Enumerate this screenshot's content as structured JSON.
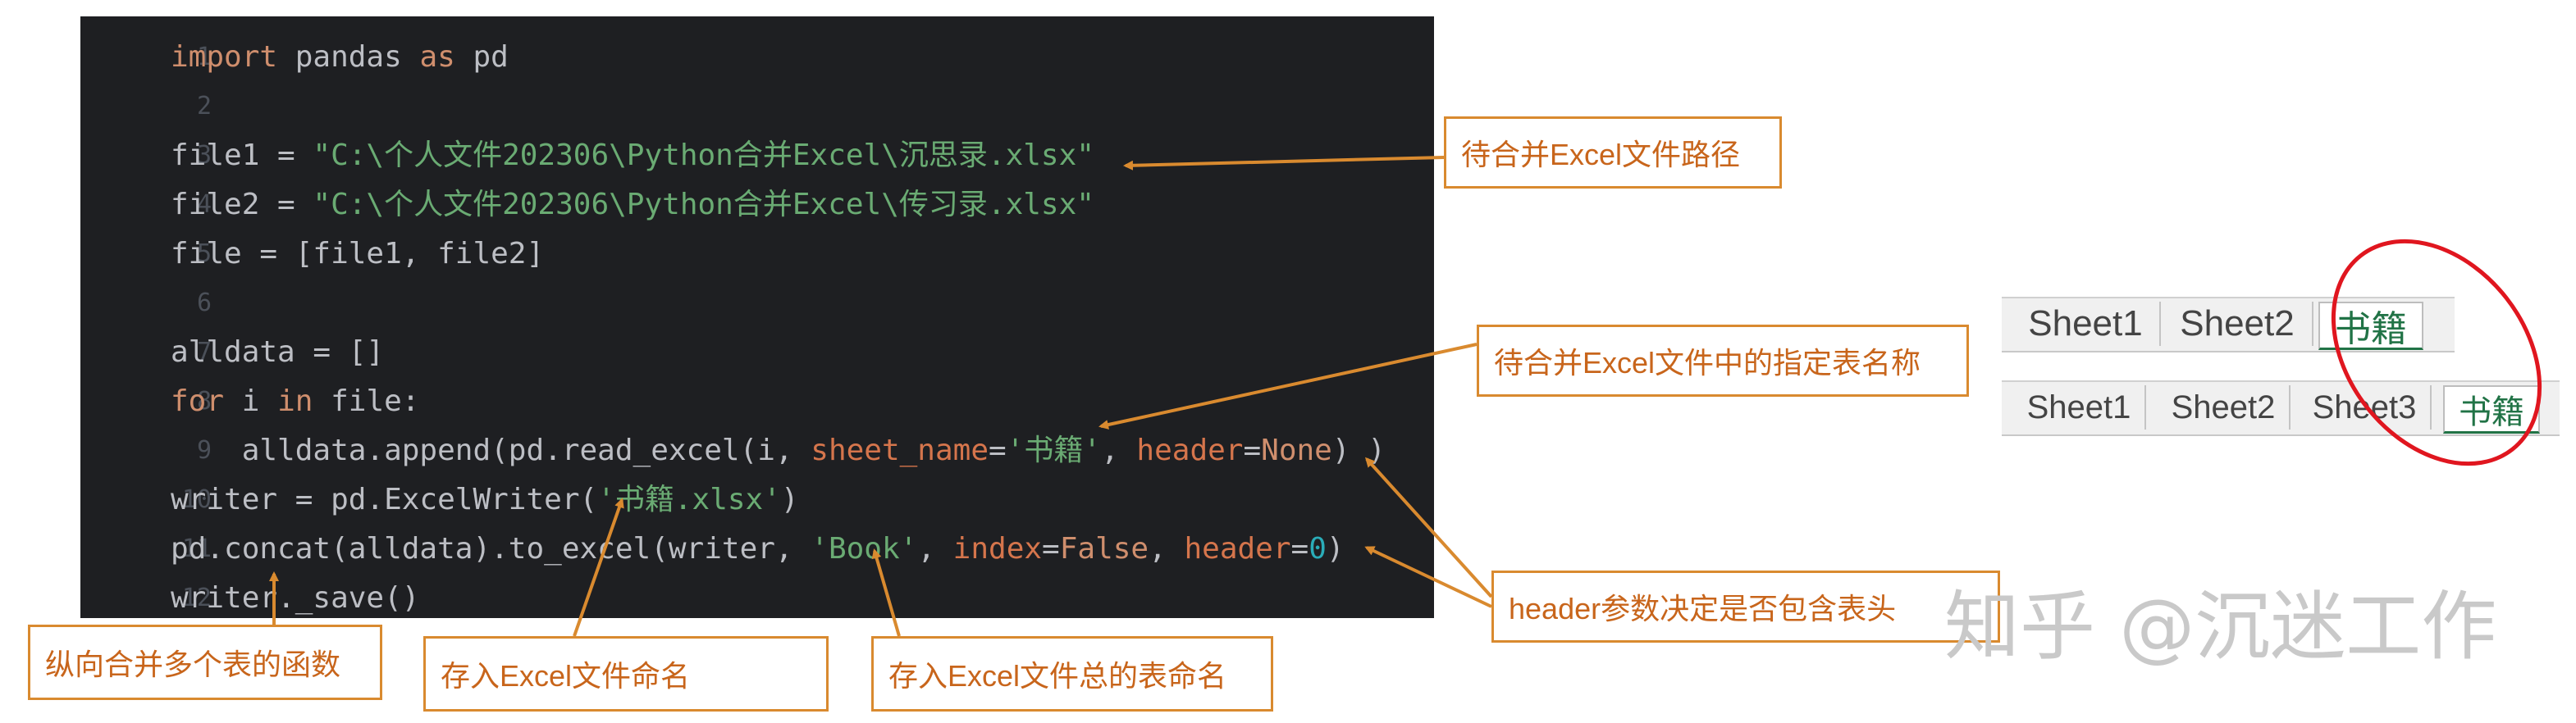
{
  "code_lines": [
    {
      "num": "1",
      "tokens": [
        {
          "t": "import",
          "c": "kw"
        },
        {
          "t": " pandas "
        },
        {
          "t": "as",
          "c": "kw"
        },
        {
          "t": " pd"
        }
      ]
    },
    {
      "num": "2",
      "tokens": []
    },
    {
      "num": "3",
      "tokens": [
        {
          "t": "file1 = "
        },
        {
          "t": "\"C:\\个人文件202306\\Python合并Excel\\沉思录.xlsx\"",
          "c": "str"
        }
      ]
    },
    {
      "num": "4",
      "tokens": [
        {
          "t": "file2 = "
        },
        {
          "t": "\"C:\\个人文件202306\\Python合并Excel\\传习录.xlsx\"",
          "c": "str"
        }
      ]
    },
    {
      "num": "5",
      "tokens": [
        {
          "t": "file = [file1, file2]"
        }
      ]
    },
    {
      "num": "6",
      "tokens": []
    },
    {
      "num": "7",
      "tokens": [
        {
          "t": "alldata = []"
        }
      ]
    },
    {
      "num": "8",
      "tokens": [
        {
          "t": "for",
          "c": "kw"
        },
        {
          "t": " i "
        },
        {
          "t": "in",
          "c": "kw"
        },
        {
          "t": " file:"
        }
      ]
    },
    {
      "num": "9",
      "tokens": [
        {
          "t": "    alldata.append(pd.read_excel(i, "
        },
        {
          "t": "sheet_name",
          "c": "param"
        },
        {
          "t": "="
        },
        {
          "t": "'书籍'",
          "c": "str"
        },
        {
          "t": ", "
        },
        {
          "t": "header",
          "c": "param"
        },
        {
          "t": "="
        },
        {
          "t": "None",
          "c": "kw"
        },
        {
          "t": ") )"
        }
      ]
    },
    {
      "num": "10",
      "tokens": [
        {
          "t": "writer = pd.ExcelWriter("
        },
        {
          "t": "'书籍.xlsx'",
          "c": "str"
        },
        {
          "t": ")"
        }
      ]
    },
    {
      "num": "11",
      "tokens": [
        {
          "t": "pd.concat(alldata).to_excel(writer, "
        },
        {
          "t": "'Book'",
          "c": "str"
        },
        {
          "t": ", "
        },
        {
          "t": "index",
          "c": "param"
        },
        {
          "t": "="
        },
        {
          "t": "False",
          "c": "kw"
        },
        {
          "t": ", "
        },
        {
          "t": "header",
          "c": "param"
        },
        {
          "t": "="
        },
        {
          "t": "0",
          "c": "num"
        },
        {
          "t": ")"
        }
      ]
    },
    {
      "num": "12",
      "tokens": [
        {
          "t": "writer._save()"
        }
      ]
    }
  ],
  "callouts": {
    "file_path": "待合并Excel文件路径",
    "sheet_name": "待合并Excel文件中的指定表名称",
    "header": "header参数决定是否包含表头",
    "concat": "纵向合并多个表的函数",
    "file_name": "存入Excel文件命名",
    "sheet_total": "存入Excel文件总的表命名"
  },
  "sheet_tabs_top": [
    "Sheet1",
    "Sheet2",
    "书籍"
  ],
  "sheet_tabs_bottom": [
    "Sheet1",
    "Sheet2",
    "Sheet3",
    "书籍"
  ],
  "watermark": "知乎 @沉迷工作",
  "colors": {
    "editor_bg": "#1e1f22",
    "callout_accent": "#d98a2f",
    "excel_green": "#217346",
    "highlight_circle": "#e0161f"
  }
}
